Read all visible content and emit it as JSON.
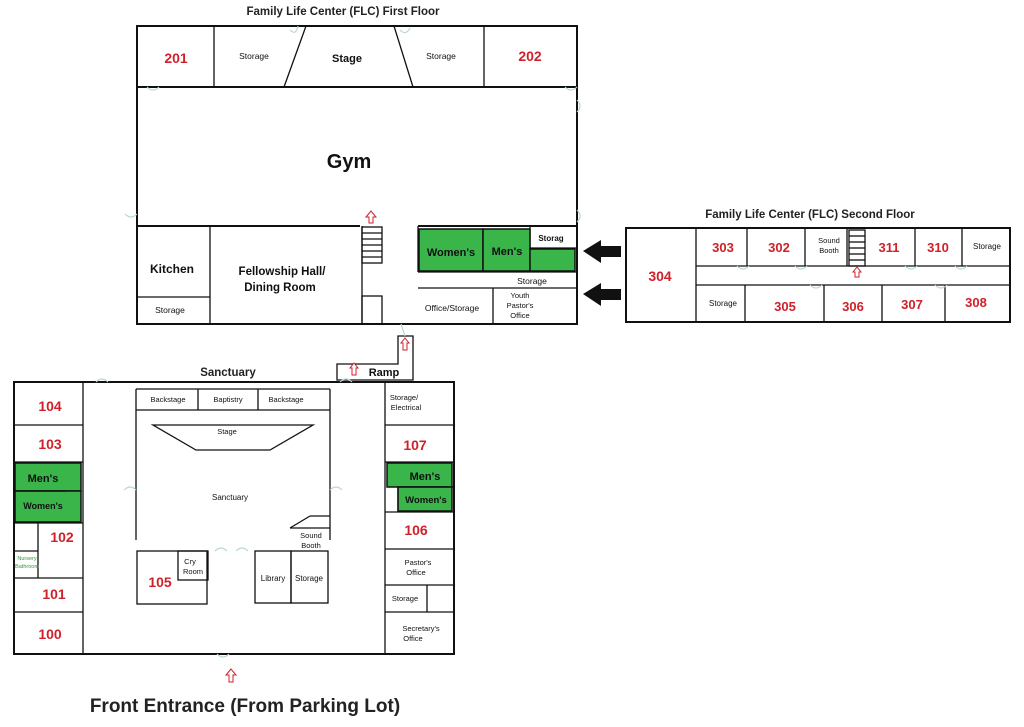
{
  "titles": {
    "flc_first": "Family Life Center (FLC) First Floor",
    "flc_second": "Family Life Center (FLC) Second Floor",
    "sanctuary_heading": "Sanctuary",
    "front_entrance": "Front Entrance (From Parking Lot)"
  },
  "flc_first": {
    "room_201": "201",
    "room_202": "202",
    "storage_left": "Storage",
    "stage": "Stage",
    "storage_right": "Storage",
    "gym": "Gym",
    "kitchen": "Kitchen",
    "kitchen_storage": "Storage",
    "fellowship_line1": "Fellowship Hall/",
    "fellowship_line2": "Dining Room",
    "womens": "Women's",
    "mens": "Men's",
    "storag": "Storag",
    "storage_mid": "Storage",
    "office_storage": "Office/Storage",
    "youth_line1": "Youth",
    "youth_line2": "Pastor's",
    "youth_line3": "Office"
  },
  "flc_second": {
    "room_304": "304",
    "room_303": "303",
    "room_302": "302",
    "sound_line1": "Sound",
    "sound_line2": "Booth",
    "room_311": "311",
    "room_310": "310",
    "storage_tr": "Storage",
    "storage_bl": "Storage",
    "room_305": "305",
    "room_306": "306",
    "room_307": "307",
    "room_308": "308"
  },
  "ramp": "Ramp",
  "sanctuary": {
    "backstage_left": "Backstage",
    "baptistry": "Baptistry",
    "backstage_right": "Backstage",
    "stage": "Stage",
    "sanctuary": "Sanctuary",
    "sound_line1": "Sound",
    "sound_line2": "Booth",
    "room_105": "105",
    "cry_line1": "Cry",
    "cry_line2": "Room",
    "library": "Library",
    "storage": "Storage"
  },
  "west_wing": {
    "room_104": "104",
    "room_103": "103",
    "mens": "Men's",
    "womens": "Women's",
    "room_102": "102",
    "nursery_line1": "Nursery",
    "nursery_line2": "Bathroom",
    "room_101": "101",
    "room_100": "100"
  },
  "east_wing": {
    "storage_line1": "Storage/",
    "storage_line2": "Electrical",
    "room_107": "107",
    "mens": "Men's",
    "womens": "Women's",
    "room_106": "106",
    "pastor_line1": "Pastor's",
    "pastor_line2": "Office",
    "storage": "Storage",
    "secretary_line1": "Secretary's",
    "secretary_line2": "Office"
  },
  "colors": {
    "room_number": "#d0202a",
    "restroom": "#39b54a",
    "wall": "#111111"
  }
}
